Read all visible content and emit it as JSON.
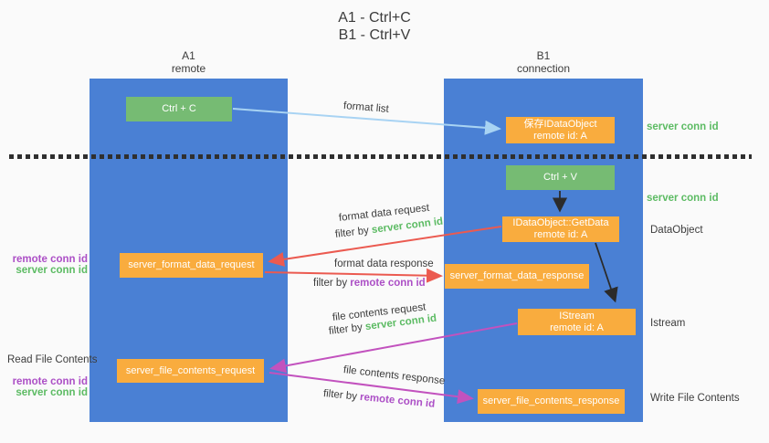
{
  "title": {
    "line1": "A1 - Ctrl+C",
    "line2": "B1 - Ctrl+V"
  },
  "lanes": {
    "left": {
      "id": "A1",
      "role": "remote"
    },
    "right": {
      "id": "B1",
      "role": "connection"
    }
  },
  "nodes": {
    "ctrl_c": {
      "label": "Ctrl + C"
    },
    "save_dataobject": {
      "line1": "保存IDataObject",
      "line2": "remote id: A"
    },
    "ctrl_v": {
      "label": "Ctrl + V"
    },
    "getdata": {
      "line1": "IDataObject::GetData",
      "line2": "remote id: A"
    },
    "server_format_data_request": {
      "label": "server_format_data_request"
    },
    "server_format_data_response": {
      "label": "server_format_data_response"
    },
    "istream": {
      "line1": "IStream",
      "line2": "remote id: A"
    },
    "server_file_contents_request": {
      "label": "server_file_contents_request"
    },
    "server_file_contents_response": {
      "label": "server_file_contents_response"
    }
  },
  "flow_labels": {
    "format_list": "format list",
    "format_data_request": "format data request",
    "format_data_response": "format data response",
    "file_contents_request": "file contents request",
    "file_contents_response": "file contents response",
    "filter_by": "filter by",
    "server_conn_id": "server conn id",
    "remote_conn_id": "remote conn id"
  },
  "side_labels": {
    "right_server_conn_id_1": "server conn id",
    "right_server_conn_id_2": "server conn id",
    "dataobject": "DataObject",
    "istream": "Istream",
    "write_file_contents": "Write File Contents",
    "read_file_contents": "Read File Contents",
    "left_remote_conn_id_1": "remote conn id",
    "left_server_conn_id_1": "server conn id",
    "left_remote_conn_id_2": "remote conn id",
    "left_server_conn_id_2": "server conn id"
  },
  "colors": {
    "lane_blue": "#4a80d4",
    "node_green": "#76bb73",
    "node_orange": "#f9ac3e",
    "text_green": "#5cbb63",
    "text_purple": "#ac4fc6",
    "arrow_red": "#eb5a50",
    "arrow_magenta": "#c252be",
    "arrow_lightblue": "#a8d3f3",
    "arrow_black": "#2b2b2b",
    "text_dark": "#3c3c3c"
  }
}
